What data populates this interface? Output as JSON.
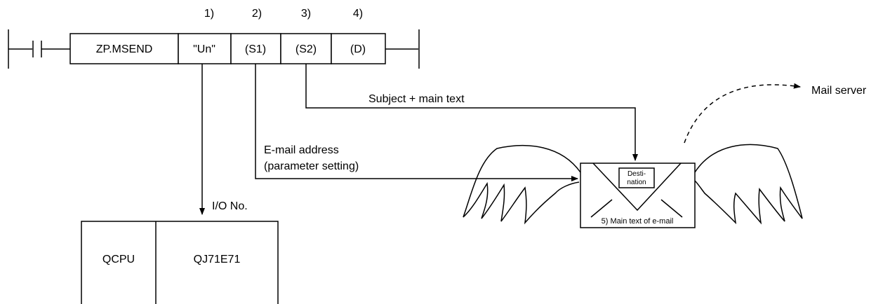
{
  "operand_numbers": [
    "1)",
    "2)",
    "3)",
    "4)"
  ],
  "instruction": {
    "name": "ZP.MSEND",
    "operands": [
      "\"Un\"",
      "(S1)",
      "(S2)",
      "(D)"
    ]
  },
  "labels": {
    "subject": "Subject + main text",
    "email_address_line1": "E-mail address",
    "email_address_line2": "(parameter setting)",
    "io_no": "I/O No.",
    "mail_server": "Mail server"
  },
  "plc": {
    "cpu": "QCPU",
    "module": "QJ71E71"
  },
  "envelope": {
    "dest_line1": "Desti-",
    "dest_line2": "nation",
    "caption": "5) Main text of e-mail"
  }
}
